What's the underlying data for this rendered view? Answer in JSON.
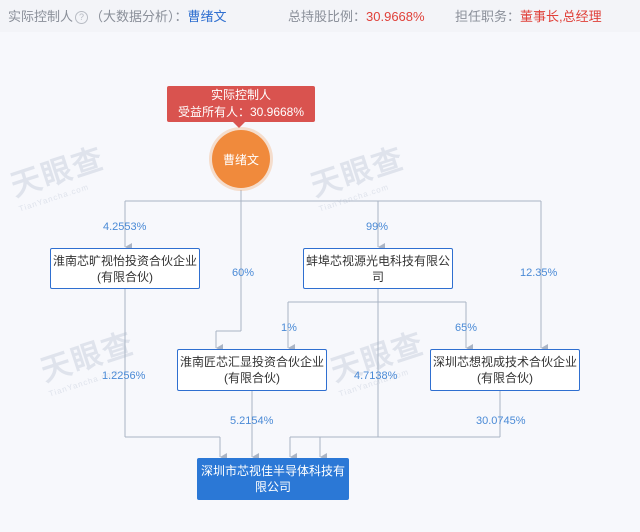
{
  "header": {
    "controller_label": "实际控制人",
    "controller_note": "（大数据分析）：",
    "controller_name": "曹绪文",
    "holding_label": "总持股比例：",
    "holding_value": "30.9668%",
    "position_label": "担任职务：",
    "position_value": "董事长,总经理",
    "help_icon": "question-circle-icon"
  },
  "watermark": {
    "text": "天眼查",
    "subtext": "TianYancha.com"
  },
  "controller_tag": {
    "line1": "实际控制人",
    "line2": "受益所有人：30.9668%"
  },
  "person": {
    "name": "曹绪文"
  },
  "entities": {
    "huainan_kuang": {
      "line1": "淮南芯旷视怡投资合伙企业",
      "line2": "(有限合伙)"
    },
    "bengbu": {
      "line1": "蚌埠芯视源光电科技有限公司"
    },
    "huainan_jiang": {
      "line1": "淮南匠芯汇显投资合伙企业",
      "line2": "(有限合伙)"
    },
    "shenzhen_xiang": {
      "line1": "深圳芯想视成技术合伙企业",
      "line2": "(有限合伙)"
    },
    "target": {
      "line1": "深圳市芯视佳半导体科技有",
      "line2": "限公司"
    }
  },
  "percentages": {
    "p_person_kuang": "4.2553%",
    "p_person_jiang": "60%",
    "p_person_bengbu": "99%",
    "p_person_xiang": "12.35%",
    "p_bengbu_jiang": "1%",
    "p_bengbu_xiang": "65%",
    "p_kuang_target": "1.2256%",
    "p_bengbu_target": "4.7138%",
    "p_jiang_target": "5.2154%",
    "p_xiang_target": "30.0745%"
  },
  "colors": {
    "line": "#aab4c4",
    "accent_blue": "#2f6fd0",
    "tag_red": "#d9534f",
    "person_orange": "#f08a3c"
  }
}
